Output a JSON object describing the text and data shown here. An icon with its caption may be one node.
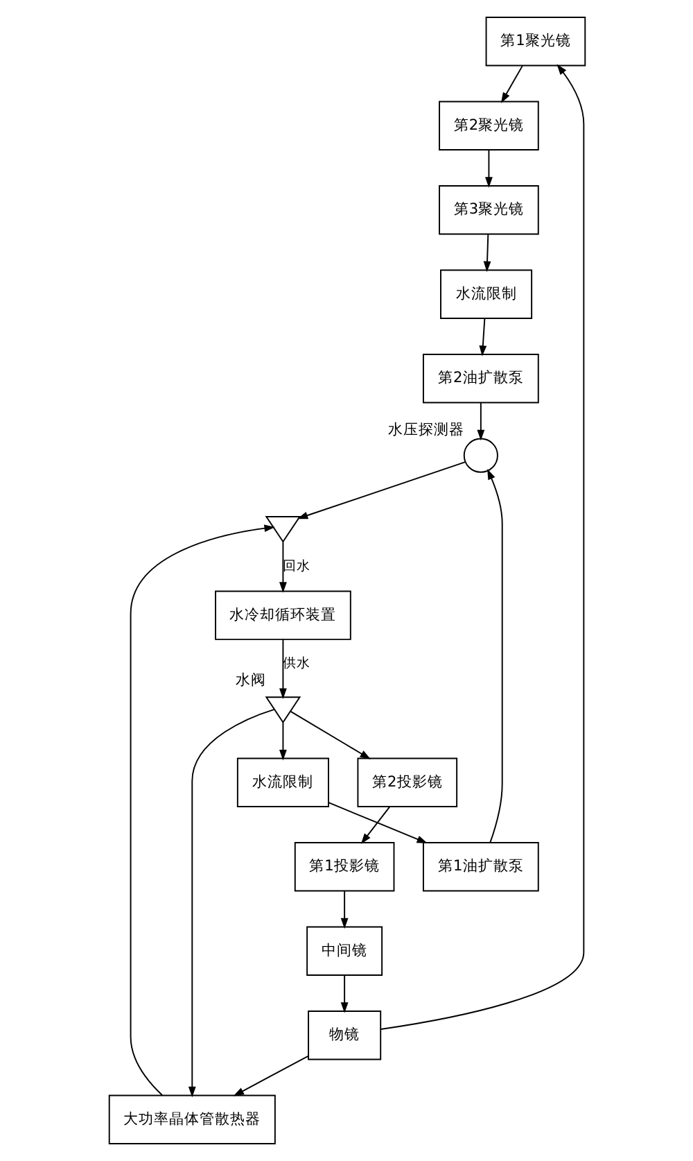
{
  "diagram": {
    "nodes": [
      {
        "text": [
          "第1聚光镜"
        ]
      },
      {
        "text": [
          "第2聚光镜"
        ]
      },
      {
        "text": [
          "第3聚光镜"
        ]
      },
      {
        "text": [
          "物镜"
        ]
      },
      {
        "text": [
          "中间镜"
        ]
      },
      {
        "text": [
          "第1投影镜"
        ]
      },
      {
        "text": [
          "第2投影镜"
        ]
      },
      {
        "text": [
          "水流限制"
        ]
      },
      {
        "text": [
          "第2油扩散泵"
        ]
      },
      {
        "text": [
          "水流限制"
        ]
      },
      {
        "text": [
          "第1油扩散泵"
        ]
      },
      {
        "text": [
          "大功率晶体管散热器"
        ]
      },
      {
        "text": [],
        "shape": "valve",
        "beside": [
          "水阀"
        ]
      },
      {
        "text": [],
        "shape": "circle",
        "beside": [
          "水压探测器"
        ]
      },
      {
        "text": [],
        "shape": "valve"
      },
      {
        "text": [
          "水冷却循环装置"
        ]
      }
    ],
    "edges": [
      {
        "from": 15,
        "to": 12,
        "arrow": "to",
        "label": "供水"
      },
      {
        "from": 12,
        "to": 6,
        "arrow": "to"
      },
      {
        "from": 6,
        "to": 5,
        "arrow": "to"
      },
      {
        "from": 5,
        "to": 4,
        "arrow": "to"
      },
      {
        "from": 4,
        "to": 3,
        "arrow": "to"
      },
      {
        "from": 3,
        "to": 0,
        "arrow": "to"
      },
      {
        "from": 0,
        "to": 1,
        "arrow": "to"
      },
      {
        "from": 1,
        "to": 2,
        "arrow": "to"
      },
      {
        "from": 2,
        "to": 7,
        "arrow": "to"
      },
      {
        "from": 3,
        "to": 11,
        "arrow": "to"
      },
      {
        "from": 12,
        "to": 11,
        "arrow": "to"
      },
      {
        "from": 7,
        "to": 8,
        "arrow": "to"
      },
      {
        "from": 12,
        "to": 9,
        "arrow": "to"
      },
      {
        "from": 9,
        "to": 10,
        "arrow": "to"
      },
      {
        "from": 8,
        "to": 13,
        "arrow": "to"
      },
      {
        "from": 10,
        "to": 13,
        "arrow": "to"
      },
      {
        "from": 13,
        "to": 14,
        "arrow": "to"
      },
      {
        "from": 11,
        "to": 14,
        "arrow": "to"
      },
      {
        "from": 14,
        "to": 15,
        "arrow": "to",
        "label": "回水"
      }
    ]
  }
}
